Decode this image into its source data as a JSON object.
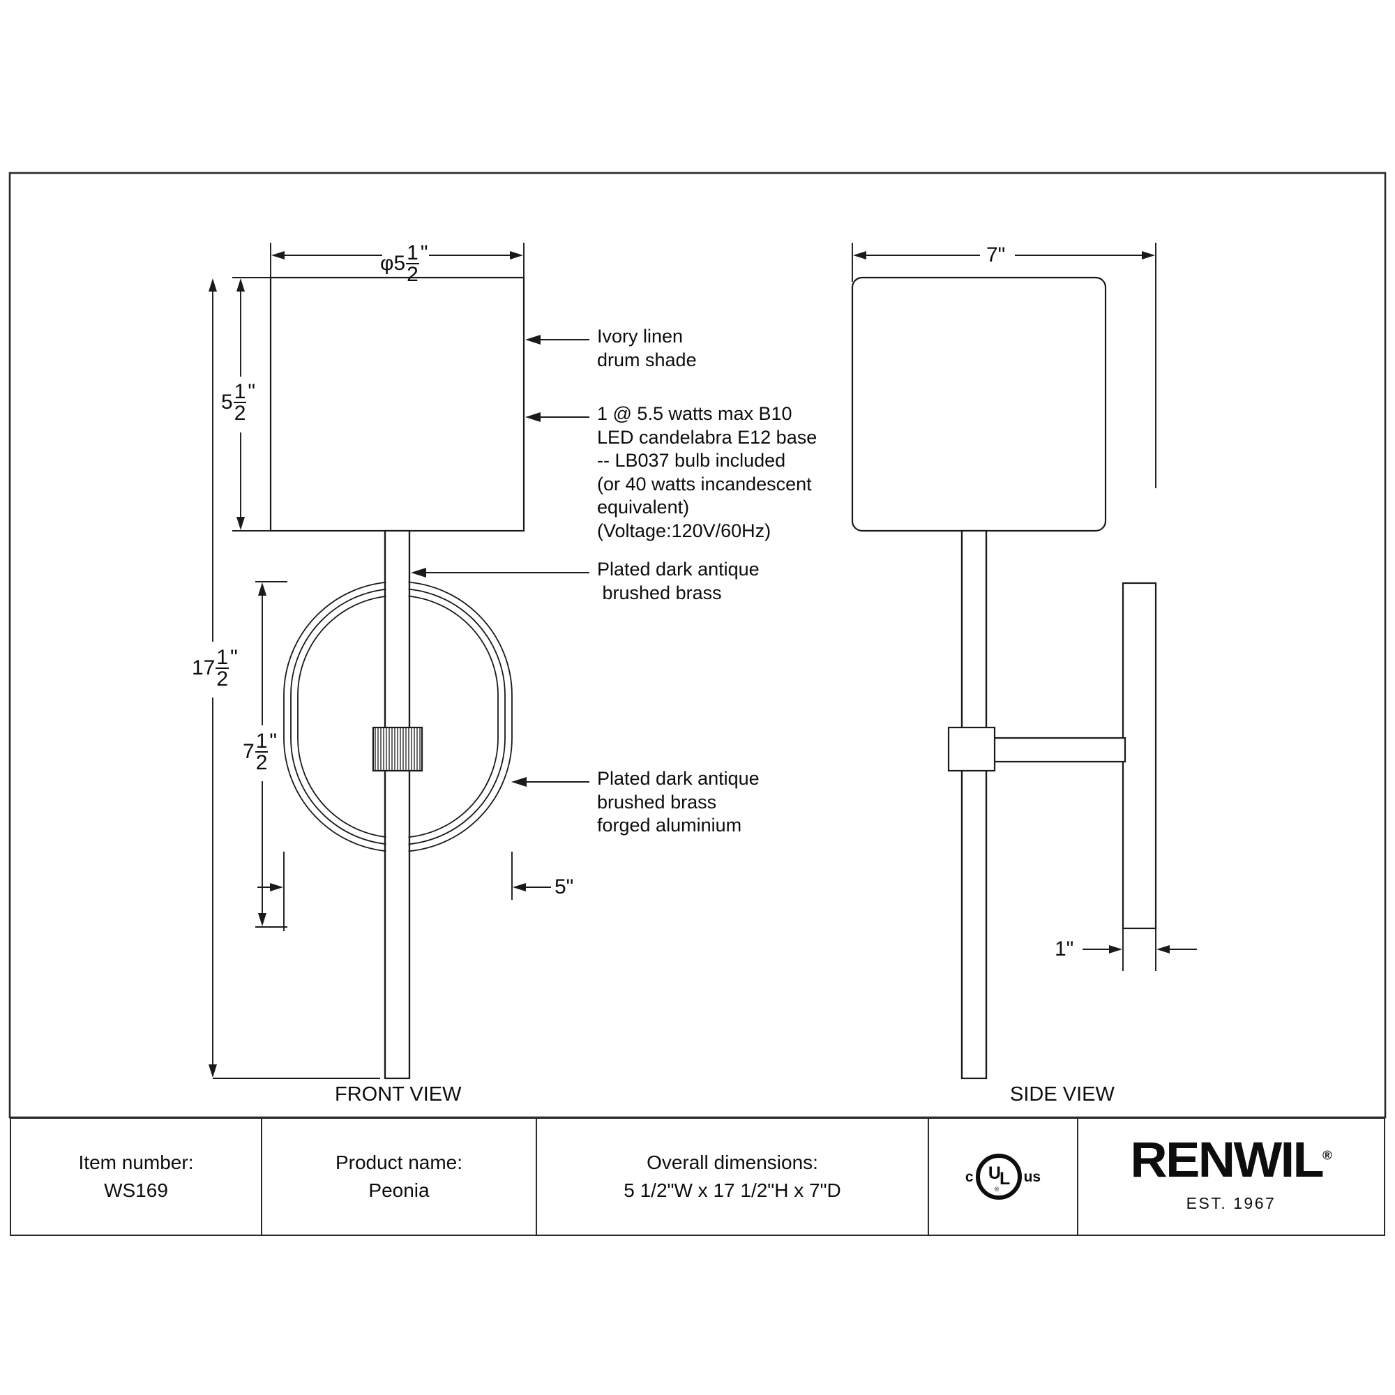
{
  "sheet": {
    "background": "#ffffff",
    "line_color": "#1a1a1a"
  },
  "views": {
    "front": {
      "label": "FRONT VIEW"
    },
    "side": {
      "label": "SIDE VIEW"
    }
  },
  "dimensions": {
    "shade_diameter": {
      "whole": "",
      "prefix": "φ5",
      "num": "1",
      "den": "2",
      "unit": "\""
    },
    "shade_height": {
      "whole": "5",
      "num": "1",
      "den": "2",
      "unit": "\""
    },
    "overall_height": {
      "whole": "17",
      "num": "1",
      "den": "2",
      "unit": "\""
    },
    "ring_height": {
      "whole": "7",
      "num": "1",
      "den": "2",
      "unit": "\""
    },
    "ring_width": {
      "text": "5\""
    },
    "side_depth": {
      "text": "7\""
    },
    "backplate_depth": {
      "text": "1\""
    }
  },
  "callouts": {
    "shade": "Ivory linen\ndrum shade",
    "bulb": "1 @ 5.5 watts max B10\nLED candelabra E12 base\n-- LB037 bulb included\n(or 40 watts incandescent\nequivalent)\n(Voltage:120V/60Hz)",
    "stem": "Plated dark antique\n brushed brass",
    "ring": "Plated dark antique\nbrushed brass\nforged aluminium"
  },
  "titleblock": {
    "item": {
      "label": "Item number:",
      "value": "WS169"
    },
    "product": {
      "label": "Product name:",
      "value": "Peonia"
    },
    "overall": {
      "label": "Overall dimensions:",
      "value": "5 1/2\"W x 17 1/2\"H x 7\"D"
    },
    "certification": {
      "prefix": "c",
      "mark": "UL",
      "suffix": "us",
      "registered": "®"
    },
    "brand": {
      "name": "RENWIL",
      "registered": "®",
      "tagline": "EST. 1967"
    }
  }
}
